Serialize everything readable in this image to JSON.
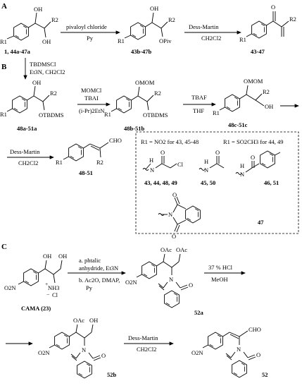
{
  "sections": {
    "a": "A",
    "b": "B",
    "c": "C"
  },
  "compounds": {
    "start_a": "1, 44a-47a",
    "piv": "43b-47b",
    "enone": "43-47",
    "tbdms": "48a-51a",
    "mom": "48b-51b",
    "alcohol": "48c-51c",
    "aldehyde": "48-51",
    "cama": "CAMA (23)",
    "c52a": "52a",
    "c52b": "52b",
    "c52": "52"
  },
  "reagents": {
    "a1_top": "pivaloyl chloride",
    "a1_bot": "Py",
    "a2_top": "Dess-Martin",
    "a2_bot": "CH2Cl2",
    "b1_1": "TBDMSCl",
    "b1_2": "Et3N, CH2Cl2",
    "b2_1": "MOMCl",
    "b2_2": "TBAI",
    "b2_3": "(i-Pr)2EtN",
    "b3_1": "TBAF",
    "b3_2": "THF",
    "b4_1": "Dess-Martin",
    "b4_2": "CH2Cl2",
    "c1_1": "a. phtalic",
    "c1_2": "anhydride, Et3N",
    "c1_3": "b. Ac2O, DMAP,",
    "c1_4": "Py",
    "c2_1": "37 % HCl",
    "c2_2": "MeOH",
    "c3_1": "Dess-Martin",
    "c3_2": "CH2Cl2"
  },
  "box": {
    "r1_nitro": "R1 = NO2 for 43, 45-48",
    "r1_sulfonyl": "R1 = SO2CH3 for 44, 49",
    "g1": "43, 44, 48, 49",
    "g2": "45, 50",
    "g3": "46, 51",
    "g4": "47"
  },
  "atoms": {
    "oh": "OH",
    "opiv": "OPiv",
    "otbdms": "OTBDMS",
    "omom": "OMOM",
    "o": "O",
    "r1": "R1",
    "r2": "R2",
    "cho": "CHO",
    "no2": "O2N",
    "oac": "OAc",
    "nh3": "NH3",
    "cl": "Cl",
    "n": "N",
    "h": "H",
    "clatom": "Cl",
    "o2nbox": "NO2"
  }
}
